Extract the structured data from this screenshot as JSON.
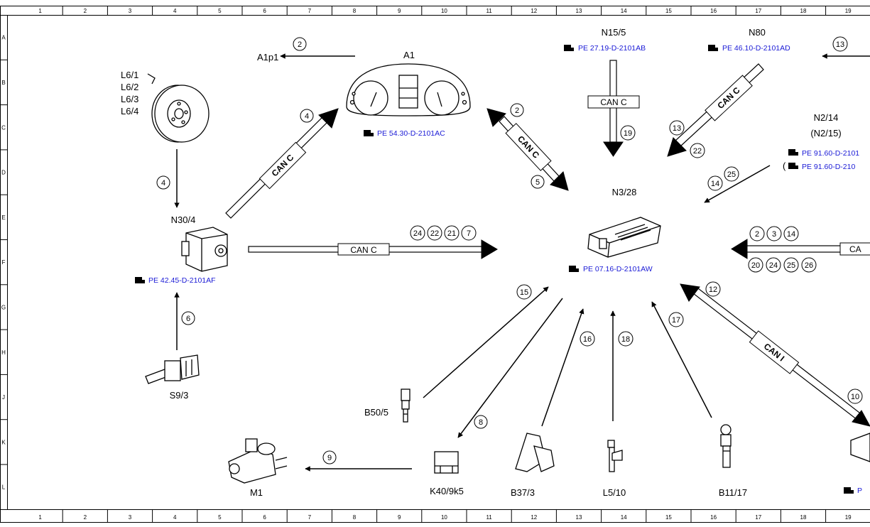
{
  "grid": {
    "columns": [
      "1",
      "2",
      "3",
      "4",
      "5",
      "6",
      "7",
      "8",
      "9",
      "10",
      "11",
      "12",
      "13",
      "14",
      "15",
      "16",
      "17",
      "18",
      "19"
    ],
    "rows": [
      "A",
      "B",
      "C",
      "D",
      "E",
      "F",
      "G",
      "H",
      "J",
      "K",
      "L"
    ]
  },
  "components": {
    "a1": "A1",
    "a1p1": "A1p1",
    "l6_1": "L6/1",
    "l6_2": "L6/2",
    "l6_3": "L6/3",
    "l6_4": "L6/4",
    "n30_4": "N30/4",
    "s9_3": "S9/3",
    "n15_5": "N15/5",
    "n80": "N80",
    "n2_14": "N2/14",
    "n2_15": "(N2/15)",
    "n3_28": "N3/28",
    "b50_5": "B50/5",
    "k40_9k5": "K40/9k5",
    "b37_3": "B37/3",
    "l5_10": "L5/10",
    "b11_17": "B11/17",
    "m1": "M1"
  },
  "refs": {
    "a1": "PE 54.30-D-2101AC",
    "n30_4": "PE 42.45-D-2101AF",
    "n15_5": "PE 27.19-D-2101AB",
    "n80": "PE 46.10-D-2101AD",
    "n2_14": "PE 91.60-D-2101",
    "n2_15": "PE 91.60-D-210",
    "n3_28": "PE 07.16-D-2101AW",
    "edge": "P"
  },
  "paren_open": "(",
  "can_c": "CAN C",
  "can_i": "CAN I",
  "can_c_cut": "CA",
  "bubbles": {
    "s9_to_n30": "6",
    "l6_to_n30": "4",
    "n30_to_a1": "4",
    "a1_to_a1p1": "2",
    "a1_n3_up": "2",
    "a1_n3_down": "5",
    "bus1": "24",
    "bus2": "22",
    "bus3": "21",
    "bus4": "7",
    "n15": "19",
    "n80_a": "13",
    "n80_b": "22",
    "n80_top": "13",
    "n2_a": "14",
    "n2_b": "25",
    "right_top1": "2",
    "right_top2": "3",
    "right_top3": "14",
    "right_bot1": "20",
    "right_bot2": "24",
    "right_bot3": "25",
    "right_bot4": "26",
    "can_i_top": "12",
    "can_i_bottom": "10",
    "b50": "15",
    "k40": "8",
    "b37": "16",
    "l5": "18",
    "b11": "17",
    "m1": "9"
  }
}
